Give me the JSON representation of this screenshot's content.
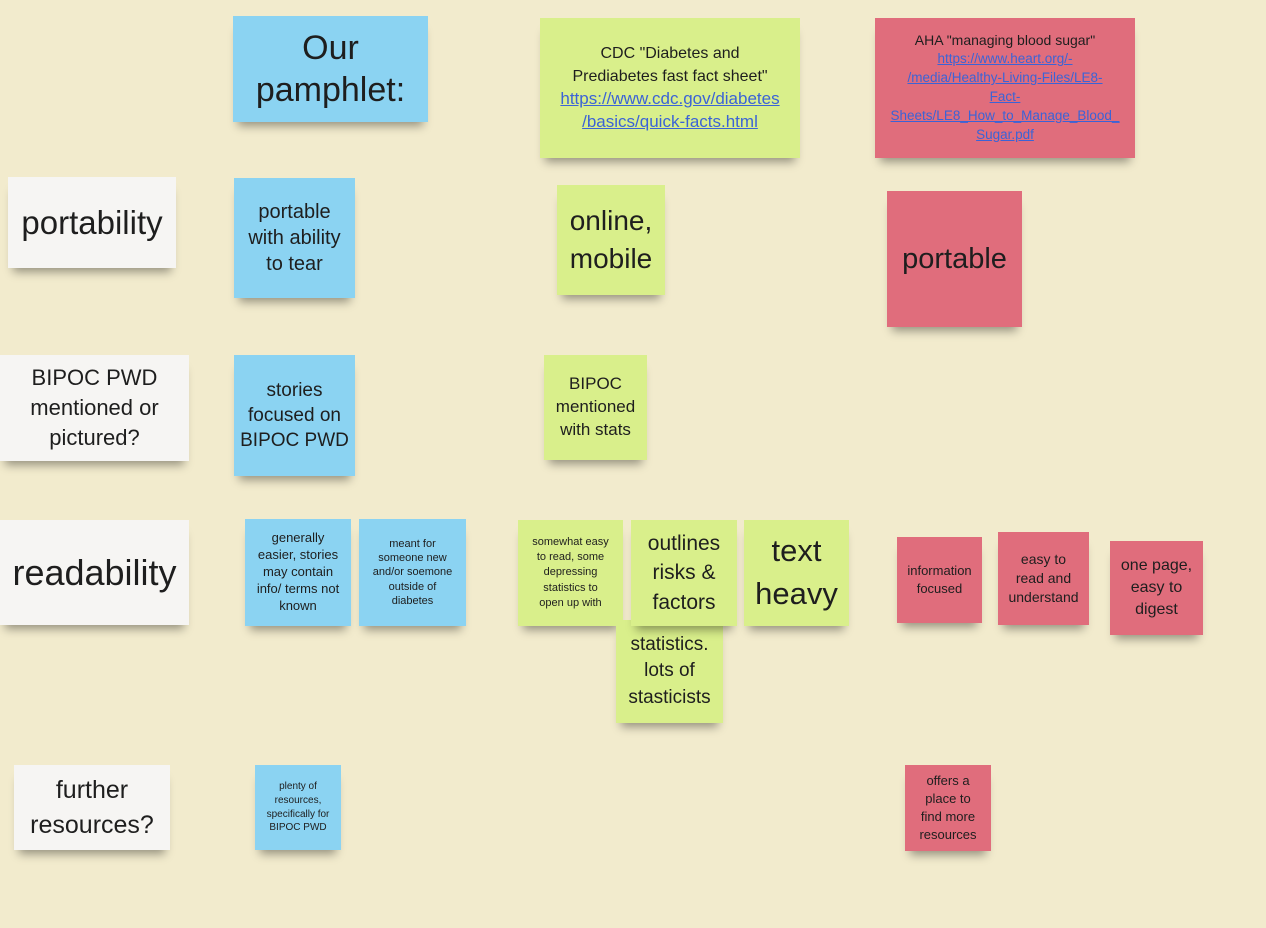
{
  "header": {
    "pamphlet": {
      "line1": "Our",
      "line2": "pamphlet:"
    },
    "cdc": {
      "title": "CDC \"Diabetes and Prediabetes fast fact sheet\"",
      "link": "https://www.cdc.gov/diabetes/basics/quick-facts.html",
      "link_line1": "https://www.cdc.gov/diabetes",
      "link_line2": "/basics/quick-facts.html"
    },
    "aha": {
      "title": "AHA \"managing blood sugar\"",
      "link": "https://www.heart.org/-/media/Healthy-Living-Files/LE8-Fact-Sheets/LE8_How_to_Manage_Blood_Sugar.pdf",
      "link_line1": "https://www.heart.org/-",
      "link_line2": "/media/Healthy-Living-Files/LE8-",
      "link_line3": "Fact-",
      "link_line4": "Sheets/LE8_How_to_Manage_Blood_",
      "link_line5": "Sugar.pdf"
    }
  },
  "rows": {
    "portability": {
      "label": "portability",
      "pamphlet": {
        "l1": "portable",
        "l2": "with ability",
        "l3": "to tear"
      },
      "cdc": {
        "l1": "online,",
        "l2": "mobile"
      },
      "aha": "portable"
    },
    "bipoc": {
      "label": {
        "l1": "BIPOC PWD",
        "l2": "mentioned or",
        "l3": "pictured?"
      },
      "pamphlet": {
        "l1": "stories",
        "l2": "focused on",
        "l3": "BIPOC PWD"
      },
      "cdc": {
        "l1": "BIPOC",
        "l2": "mentioned",
        "l3": "with stats"
      }
    },
    "readability": {
      "label": "readability",
      "pamphlet_a": {
        "l1": "generally",
        "l2": "easier, stories",
        "l3": "may contain",
        "l4": "info/ terms not",
        "l5": "known"
      },
      "pamphlet_b": {
        "l1": "meant for",
        "l2": "someone new",
        "l3": "and/or soemone",
        "l4": "outside of",
        "l5": "diabetes"
      },
      "cdc_a": {
        "l1": "somewhat easy",
        "l2": "to read, some",
        "l3": "depressing",
        "l4": "statistics to",
        "l5": "open up with"
      },
      "cdc_b": {
        "l1": "outlines",
        "l2": "risks &",
        "l3": "factors"
      },
      "cdc_c": {
        "l1": "text",
        "l2": "heavy"
      },
      "cdc_d": {
        "l1": "statistics.",
        "l2": "lots of",
        "l3": "stasticists"
      },
      "aha_a": {
        "l1": "information",
        "l2": "focused"
      },
      "aha_b": {
        "l1": "easy to",
        "l2": "read and",
        "l3": "understand"
      },
      "aha_c": {
        "l1": "one page,",
        "l2": "easy to",
        "l3": "digest"
      }
    },
    "resources": {
      "label": {
        "l1": "further",
        "l2": "resources?"
      },
      "pamphlet": {
        "l1": "plenty of",
        "l2": "resources,",
        "l3": "specifically for",
        "l4": "BIPOC PWD"
      },
      "aha": {
        "l1": "offers a",
        "l2": "place to",
        "l3": "find more",
        "l4": "resources"
      }
    }
  },
  "colors": {
    "background": "#f2ebcd",
    "blue_note": "#8bd3f2",
    "green_note": "#d9ef8b",
    "red_note": "#e06d7c",
    "white_note": "#f6f5f3",
    "link": "#3b63d6"
  }
}
